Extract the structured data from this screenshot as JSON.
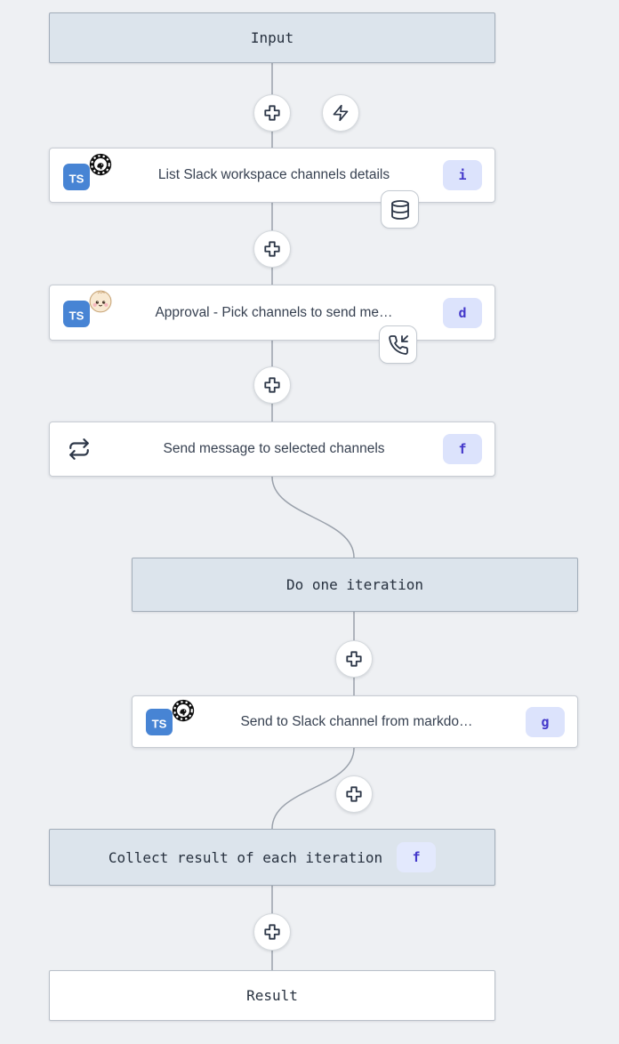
{
  "flow": {
    "input_label": "Input",
    "result_label": "Result",
    "iteration_header_label": "Do one iteration",
    "collect_step": {
      "label": "Collect result of each iteration",
      "badge": "f"
    },
    "ts_logo_text": "TS",
    "modules": [
      {
        "title": "List Slack workspace channels details",
        "badge": "i",
        "language": "deno-typescript",
        "attachment_icon": "database-cache-icon"
      },
      {
        "title": "Approval - Pick channels to send me…",
        "badge": "d",
        "language": "bun-typescript",
        "attachment_icon": "phone-incoming-approval-icon"
      },
      {
        "title": "Send message to selected channels",
        "badge": "f",
        "icon": "forloop-repeat-icon"
      },
      {
        "title": "Send to Slack channel from markdo…",
        "badge": "g",
        "language": "deno-typescript"
      }
    ],
    "buttons": {
      "insert_step": "plus-icon",
      "trigger": "zap-icon"
    }
  },
  "colors": {
    "canvas_bg": "#eef0f3",
    "header_box_bg": "#dce4ec",
    "header_box_border": "#a2adb9",
    "node_bg": "#ffffff",
    "node_border": "#c7ccd3",
    "badge_bg": "#dce3fc",
    "badge_text": "#4338ca",
    "wire": "#9aa1ab",
    "icon_stroke": "#2d3748",
    "typescript_blue": "#4784d4"
  }
}
